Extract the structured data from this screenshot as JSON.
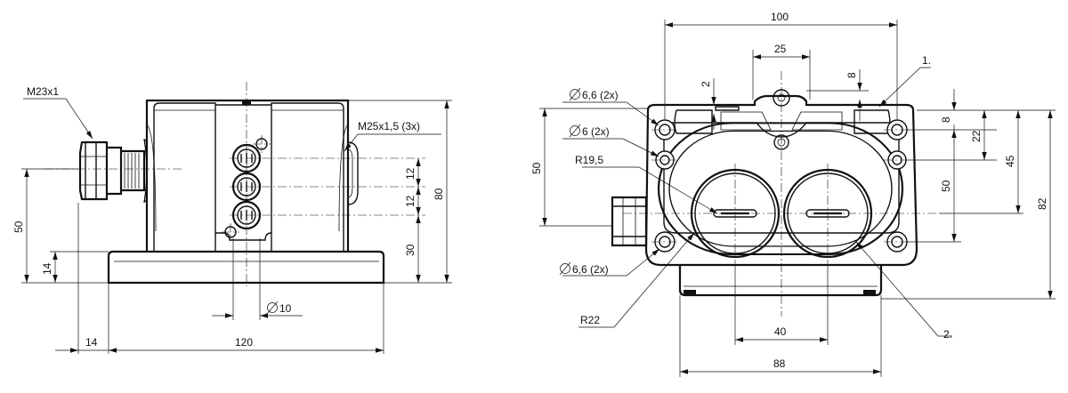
{
  "side_view": {
    "labels": {
      "thread_cable_gland": "M23x1",
      "thread_ports": "M25x1,5 (3x)",
      "hole_dia": "10",
      "height_total": "80",
      "height_ports": "30",
      "port_pitch_1": "12",
      "port_pitch_2": "12",
      "axis_height": "50",
      "base_height": "14",
      "width": "120",
      "gland_offset": "14"
    }
  },
  "front_view": {
    "labels": {
      "width_top": "100",
      "slot_width": "25",
      "dim_2": "2",
      "dim_8_top": "8",
      "callout_1": "1.",
      "hole_a": "6,6 (2x)",
      "hole_b": "6 (2x)",
      "hole_c": "6,6 (2x)",
      "radius_small": "R19,5",
      "radius_large": "R22",
      "callout_2": "2.",
      "left_50": "50",
      "right_8": "8",
      "right_22": "22",
      "right_50": "50",
      "right_45": "45",
      "right_82": "82",
      "bottom_40": "40",
      "bottom_88": "88"
    }
  }
}
